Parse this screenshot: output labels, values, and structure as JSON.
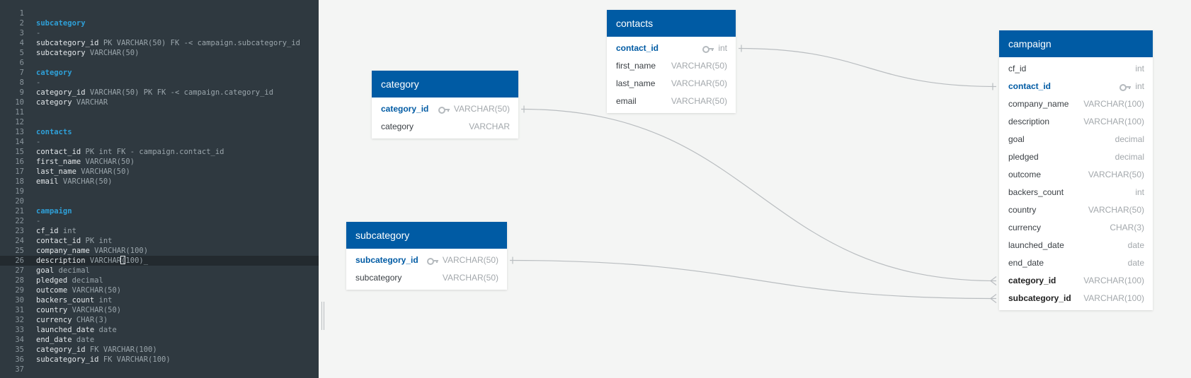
{
  "editor": {
    "lines": [
      {
        "n": "1",
        "parts": []
      },
      {
        "n": "2",
        "parts": [
          {
            "c": "hdr",
            "t": "subcategory"
          }
        ]
      },
      {
        "n": "3",
        "parts": [
          {
            "c": "dash",
            "t": "-"
          }
        ]
      },
      {
        "n": "4",
        "parts": [
          {
            "c": "name",
            "t": "subcategory_id"
          },
          {
            "c": "rest",
            "t": " PK VARCHAR(50) FK -< campaign.subcategory_id"
          }
        ]
      },
      {
        "n": "5",
        "parts": [
          {
            "c": "name",
            "t": "subcategory"
          },
          {
            "c": "rest",
            "t": " VARCHAR(50)"
          }
        ]
      },
      {
        "n": "6",
        "parts": []
      },
      {
        "n": "7",
        "parts": [
          {
            "c": "hdr",
            "t": "category"
          }
        ]
      },
      {
        "n": "8",
        "parts": [
          {
            "c": "dash",
            "t": "-"
          }
        ]
      },
      {
        "n": "9",
        "parts": [
          {
            "c": "name",
            "t": "category_id"
          },
          {
            "c": "rest",
            "t": " VARCHAR(50) PK FK -< campaign.category_id"
          }
        ]
      },
      {
        "n": "10",
        "parts": [
          {
            "c": "name",
            "t": "category"
          },
          {
            "c": "rest",
            "t": " VARCHAR"
          }
        ]
      },
      {
        "n": "11",
        "parts": []
      },
      {
        "n": "12",
        "parts": []
      },
      {
        "n": "13",
        "parts": [
          {
            "c": "hdr",
            "t": "contacts"
          }
        ]
      },
      {
        "n": "14",
        "parts": [
          {
            "c": "dash",
            "t": "-"
          }
        ]
      },
      {
        "n": "15",
        "parts": [
          {
            "c": "name",
            "t": "contact_id"
          },
          {
            "c": "rest",
            "t": " PK int FK - campaign.contact_id"
          }
        ]
      },
      {
        "n": "16",
        "parts": [
          {
            "c": "name",
            "t": "first_name"
          },
          {
            "c": "rest",
            "t": " VARCHAR(50)"
          }
        ]
      },
      {
        "n": "17",
        "parts": [
          {
            "c": "name",
            "t": "last_name"
          },
          {
            "c": "rest",
            "t": " VARCHAR(50)"
          }
        ]
      },
      {
        "n": "18",
        "parts": [
          {
            "c": "name",
            "t": "email"
          },
          {
            "c": "rest",
            "t": " VARCHAR(50)"
          }
        ]
      },
      {
        "n": "19",
        "parts": []
      },
      {
        "n": "20",
        "parts": []
      },
      {
        "n": "21",
        "parts": [
          {
            "c": "hdr",
            "t": "campaign"
          }
        ]
      },
      {
        "n": "22",
        "parts": [
          {
            "c": "dash",
            "t": "-"
          }
        ]
      },
      {
        "n": "23",
        "parts": [
          {
            "c": "name",
            "t": "cf_id"
          },
          {
            "c": "rest",
            "t": " int"
          }
        ]
      },
      {
        "n": "24",
        "parts": [
          {
            "c": "name",
            "t": "contact_id"
          },
          {
            "c": "rest",
            "t": " PK int"
          }
        ]
      },
      {
        "n": "25",
        "parts": [
          {
            "c": "name",
            "t": "company_name"
          },
          {
            "c": "rest",
            "t": " VARCHAR(100)"
          }
        ]
      },
      {
        "n": "26",
        "active": true,
        "parts": [
          {
            "c": "name",
            "t": "description"
          },
          {
            "c": "rest",
            "t": " VARCHAR("
          },
          {
            "c": "cursor",
            "t": ""
          },
          {
            "c": "rest",
            "t": "100)_"
          }
        ]
      },
      {
        "n": "27",
        "parts": [
          {
            "c": "name",
            "t": "goal"
          },
          {
            "c": "rest",
            "t": " decimal"
          }
        ]
      },
      {
        "n": "28",
        "parts": [
          {
            "c": "name",
            "t": "pledged"
          },
          {
            "c": "rest",
            "t": " decimal"
          }
        ]
      },
      {
        "n": "29",
        "parts": [
          {
            "c": "name",
            "t": "outcome"
          },
          {
            "c": "rest",
            "t": " VARCHAR(50)"
          }
        ]
      },
      {
        "n": "30",
        "parts": [
          {
            "c": "name",
            "t": "backers_count"
          },
          {
            "c": "rest",
            "t": " int"
          }
        ]
      },
      {
        "n": "31",
        "parts": [
          {
            "c": "name",
            "t": "country"
          },
          {
            "c": "rest",
            "t": " VARCHAR(50)"
          }
        ]
      },
      {
        "n": "32",
        "parts": [
          {
            "c": "name",
            "t": "currency"
          },
          {
            "c": "rest",
            "t": " CHAR(3)"
          }
        ]
      },
      {
        "n": "33",
        "parts": [
          {
            "c": "name",
            "t": "launched_date"
          },
          {
            "c": "rest",
            "t": " date"
          }
        ]
      },
      {
        "n": "34",
        "parts": [
          {
            "c": "name",
            "t": "end_date"
          },
          {
            "c": "rest",
            "t": " date"
          }
        ]
      },
      {
        "n": "35",
        "parts": [
          {
            "c": "name",
            "t": "category_id"
          },
          {
            "c": "rest",
            "t": " FK VARCHAR(100)"
          }
        ]
      },
      {
        "n": "36",
        "parts": [
          {
            "c": "name",
            "t": "subcategory_id"
          },
          {
            "c": "rest",
            "t": " FK VARCHAR(100)"
          }
        ]
      },
      {
        "n": "37",
        "parts": []
      }
    ]
  },
  "diagram": {
    "tables": [
      {
        "id": "category",
        "title": "category",
        "fields": [
          {
            "name": "category_id",
            "type": "VARCHAR(50)",
            "style": "pk",
            "key": true
          },
          {
            "name": "category",
            "type": "VARCHAR",
            "style": "normal",
            "key": false
          }
        ]
      },
      {
        "id": "contacts",
        "title": "contacts",
        "fields": [
          {
            "name": "contact_id",
            "type": "int",
            "style": "pk",
            "key": true
          },
          {
            "name": "first_name",
            "type": "VARCHAR(50)",
            "style": "normal",
            "key": false
          },
          {
            "name": "last_name",
            "type": "VARCHAR(50)",
            "style": "normal",
            "key": false
          },
          {
            "name": "email",
            "type": "VARCHAR(50)",
            "style": "normal",
            "key": false
          }
        ]
      },
      {
        "id": "subcategory",
        "title": "subcategory",
        "fields": [
          {
            "name": "subcategory_id",
            "type": "VARCHAR(50)",
            "style": "pk",
            "key": true
          },
          {
            "name": "subcategory",
            "type": "VARCHAR(50)",
            "style": "normal",
            "key": false
          }
        ]
      },
      {
        "id": "campaign",
        "title": "campaign",
        "fields": [
          {
            "name": "cf_id",
            "type": "int",
            "style": "normal",
            "key": false
          },
          {
            "name": "contact_id",
            "type": "int",
            "style": "pk",
            "key": true
          },
          {
            "name": "company_name",
            "type": "VARCHAR(100)",
            "style": "normal",
            "key": false
          },
          {
            "name": "description",
            "type": "VARCHAR(100)",
            "style": "normal",
            "key": false
          },
          {
            "name": "goal",
            "type": "decimal",
            "style": "normal",
            "key": false
          },
          {
            "name": "pledged",
            "type": "decimal",
            "style": "normal",
            "key": false
          },
          {
            "name": "outcome",
            "type": "VARCHAR(50)",
            "style": "normal",
            "key": false
          },
          {
            "name": "backers_count",
            "type": "int",
            "style": "normal",
            "key": false
          },
          {
            "name": "country",
            "type": "VARCHAR(50)",
            "style": "normal",
            "key": false
          },
          {
            "name": "currency",
            "type": "CHAR(3)",
            "style": "normal",
            "key": false
          },
          {
            "name": "launched_date",
            "type": "date",
            "style": "normal",
            "key": false
          },
          {
            "name": "end_date",
            "type": "date",
            "style": "normal",
            "key": false
          },
          {
            "name": "category_id",
            "type": "VARCHAR(100)",
            "style": "fk",
            "key": false
          },
          {
            "name": "subcategory_id",
            "type": "VARCHAR(100)",
            "style": "fk",
            "key": false
          }
        ]
      }
    ],
    "relationships": [
      {
        "from": "contacts.contact_id",
        "to": "campaign.contact_id",
        "type": "one-to-one"
      },
      {
        "from": "category.category_id",
        "to": "campaign.category_id",
        "type": "one-to-many"
      },
      {
        "from": "subcategory.subcategory_id",
        "to": "campaign.subcategory_id",
        "type": "one-to-many"
      }
    ]
  }
}
